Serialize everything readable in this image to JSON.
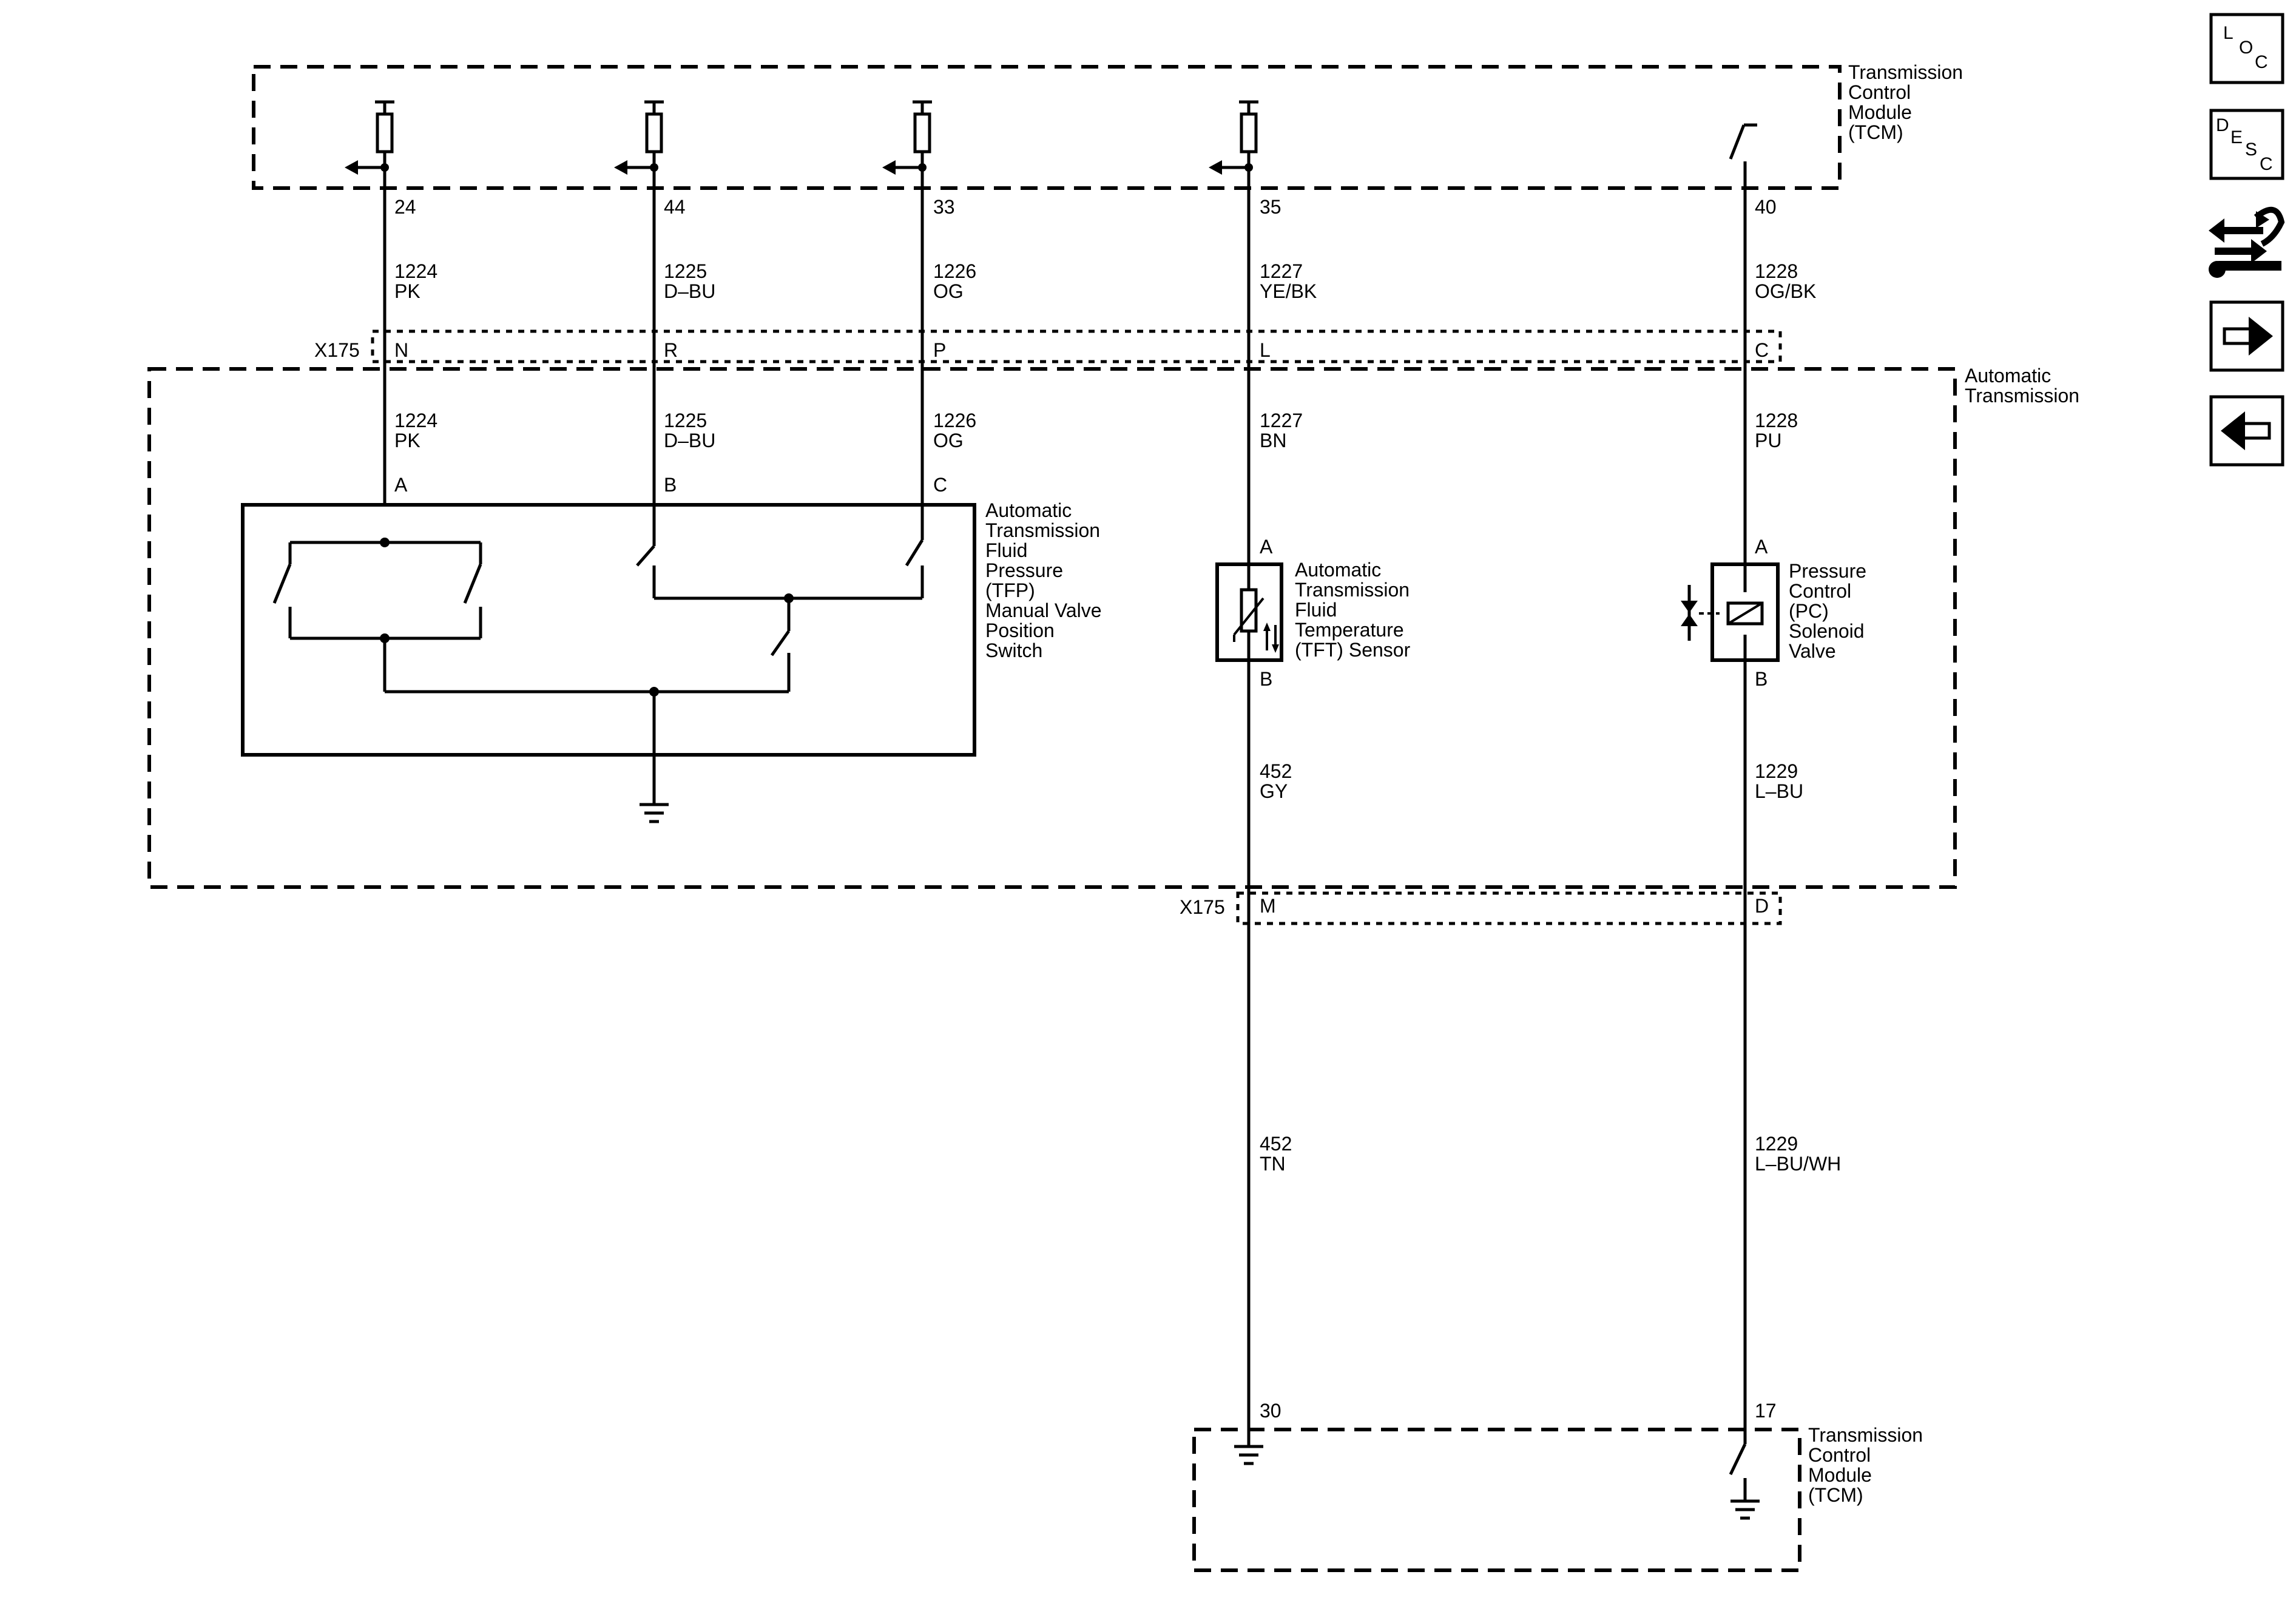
{
  "modules": {
    "tcm_top": [
      "Transmission",
      "Control",
      "Module",
      "(TCM)"
    ],
    "tcm_bottom": [
      "Transmission",
      "Control",
      "Module",
      "(TCM)"
    ],
    "auto_trans": [
      "Automatic",
      "Transmission"
    ]
  },
  "connector": {
    "top_id": "X175",
    "bottom_id": "X175",
    "top_pins": [
      "N",
      "R",
      "P",
      "L",
      "C"
    ],
    "bottom_pins": [
      "M",
      "D"
    ]
  },
  "circuits": [
    {
      "tcm_pin": "24",
      "upper_num": "1224",
      "upper_color": "PK",
      "lower_num": "1224",
      "lower_color": "PK",
      "comp_pin": "A"
    },
    {
      "tcm_pin": "44",
      "upper_num": "1225",
      "upper_color": "D–BU",
      "lower_num": "1225",
      "lower_color": "D–BU",
      "comp_pin": "B"
    },
    {
      "tcm_pin": "33",
      "upper_num": "1226",
      "upper_color": "OG",
      "lower_num": "1226",
      "lower_color": "OG",
      "comp_pin": "C"
    },
    {
      "tcm_pin": "35",
      "upper_num": "1227",
      "upper_color": "YE/BK",
      "lower_num": "1227",
      "lower_color": "BN",
      "comp_pin": "A"
    },
    {
      "tcm_pin": "40",
      "upper_num": "1228",
      "upper_color": "OG/BK",
      "lower_num": "1228",
      "lower_color": "PU",
      "comp_pin": "A"
    }
  ],
  "return_circuits": [
    {
      "comp_pin": "B",
      "inner_num": "452",
      "inner_color": "GY",
      "outer_num": "452",
      "outer_color": "TN",
      "tcm_pin": "30"
    },
    {
      "comp_pin": "B",
      "inner_num": "1229",
      "inner_color": "L–BU",
      "outer_num": "1229",
      "outer_color": "L–BU/WH",
      "tcm_pin": "17"
    }
  ],
  "components": {
    "tfp_switch": [
      "Automatic",
      "Transmission",
      "Fluid",
      "Pressure",
      "(TFP)",
      "Manual Valve",
      "Position",
      "Switch"
    ],
    "tft_sensor": [
      "Automatic",
      "Transmission",
      "Fluid",
      "Temperature",
      "(TFT) Sensor"
    ],
    "pc_solenoid": [
      "Pressure",
      "Control",
      "(PC)",
      "Solenoid",
      "Valve"
    ]
  },
  "nav": {
    "loc": [
      "L",
      "O",
      "C"
    ],
    "desc": [
      "D",
      "E",
      "S",
      "C"
    ],
    "service_icon": "wrench-arrows-icon",
    "next_icon": "arrow-right-icon",
    "prev_icon": "arrow-left-icon"
  }
}
